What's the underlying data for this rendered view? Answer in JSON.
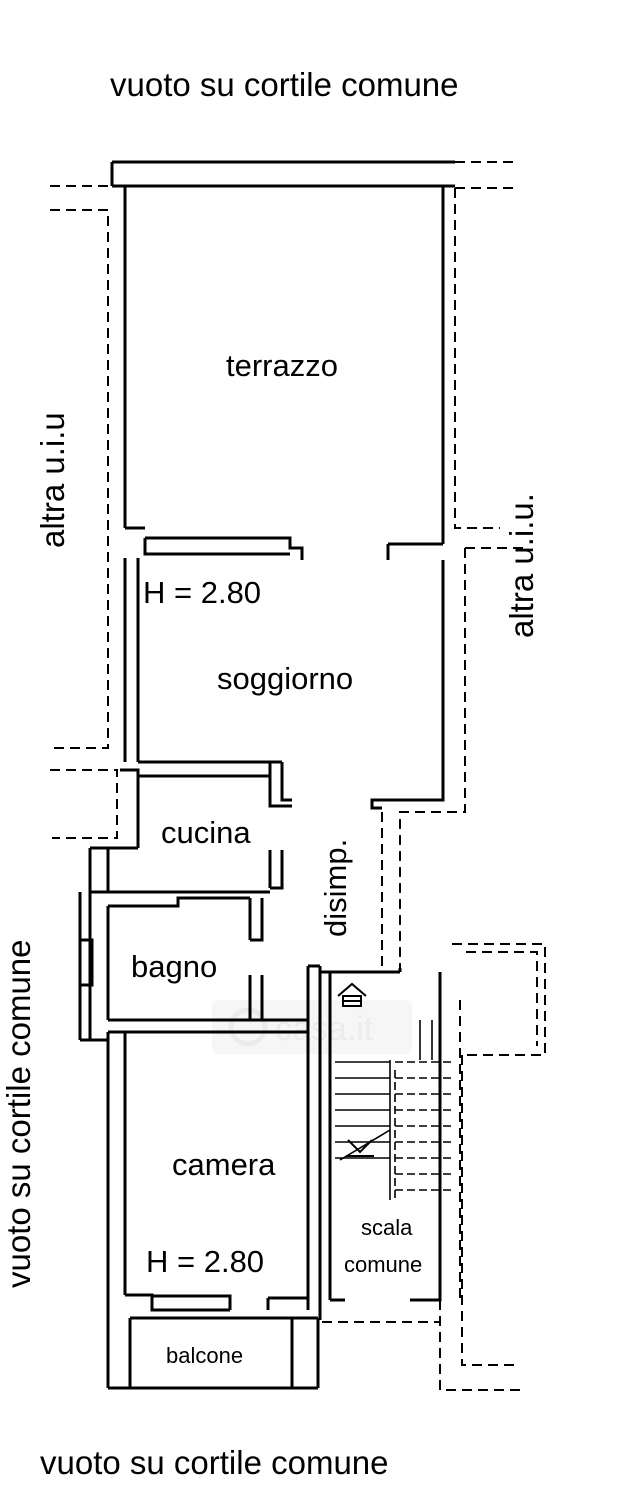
{
  "labels": {
    "top": "vuoto su cortile comune",
    "bottom": "vuoto su cortile comune",
    "left_lower": "vuoto su cortile comune",
    "left_upper": "altra u.i.u",
    "right_upper": "altra u.i.u.",
    "terrazzo": "terrazzo",
    "height_soggiorno": "H = 2.80",
    "soggiorno": "soggiorno",
    "cucina": "cucina",
    "disimpegno": "disimp.",
    "bagno": "bagno",
    "camera": "camera",
    "height_camera": "H = 2.80",
    "scala_line1": "scala",
    "scala_line2": "comune",
    "balcone": "balcone"
  },
  "watermark": "casa.it",
  "colors": {
    "line": "#000000",
    "background": "#ffffff",
    "watermark": "#f1f1f1"
  }
}
